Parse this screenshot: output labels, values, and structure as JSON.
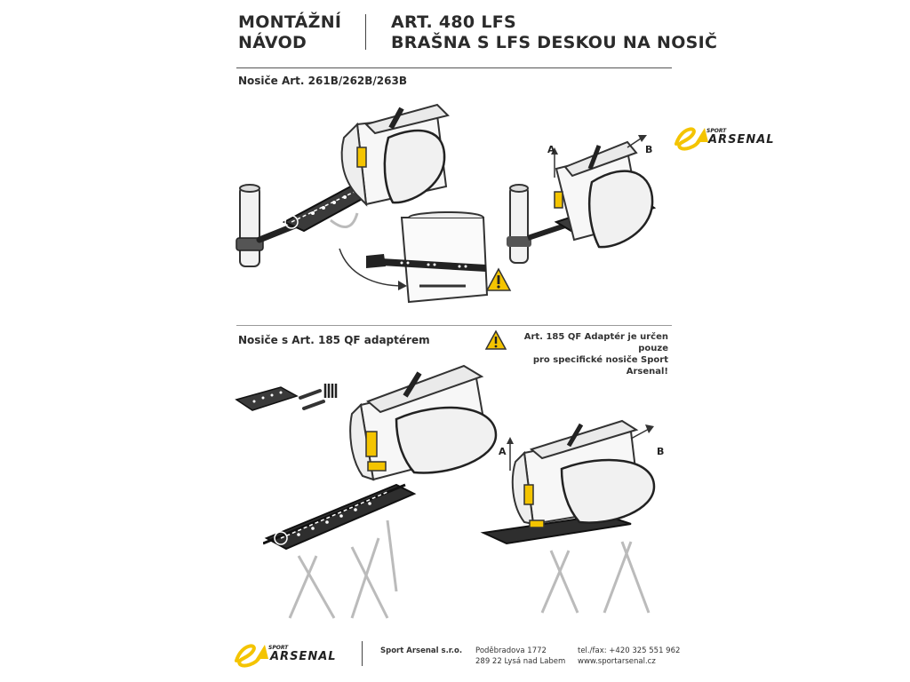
{
  "header": {
    "title_line1": "MONTÁŽNÍ",
    "title_line2": "NÁVOD",
    "product_line1": "ART. 480 LFS",
    "product_line2": "BRAŠNA  S LFS DESKOU NA NOSIČ"
  },
  "section1": {
    "title": "Nosiče Art. 261B/262B/263B",
    "label_a": "A",
    "label_b": "B"
  },
  "section2": {
    "title": "Nosiče s Art. 185 QF adaptérem",
    "warning_line1": "Art. 185 QF Adaptér je určen pouze",
    "warning_line2": "pro specifické nosiče Sport Arsenal!",
    "label_a": "A",
    "label_b": "B"
  },
  "brand": {
    "sport": "SPORT",
    "name": "ARSENAL",
    "accent_color": "#f4c400"
  },
  "footer": {
    "company": "Sport Arsenal s.r.o.",
    "street": "Poděbradova 1772",
    "city": "289 22 Lysá nad Labem",
    "phone": "tel./fax: +420 325 551 962",
    "web": "www.sportarsenal.cz"
  }
}
